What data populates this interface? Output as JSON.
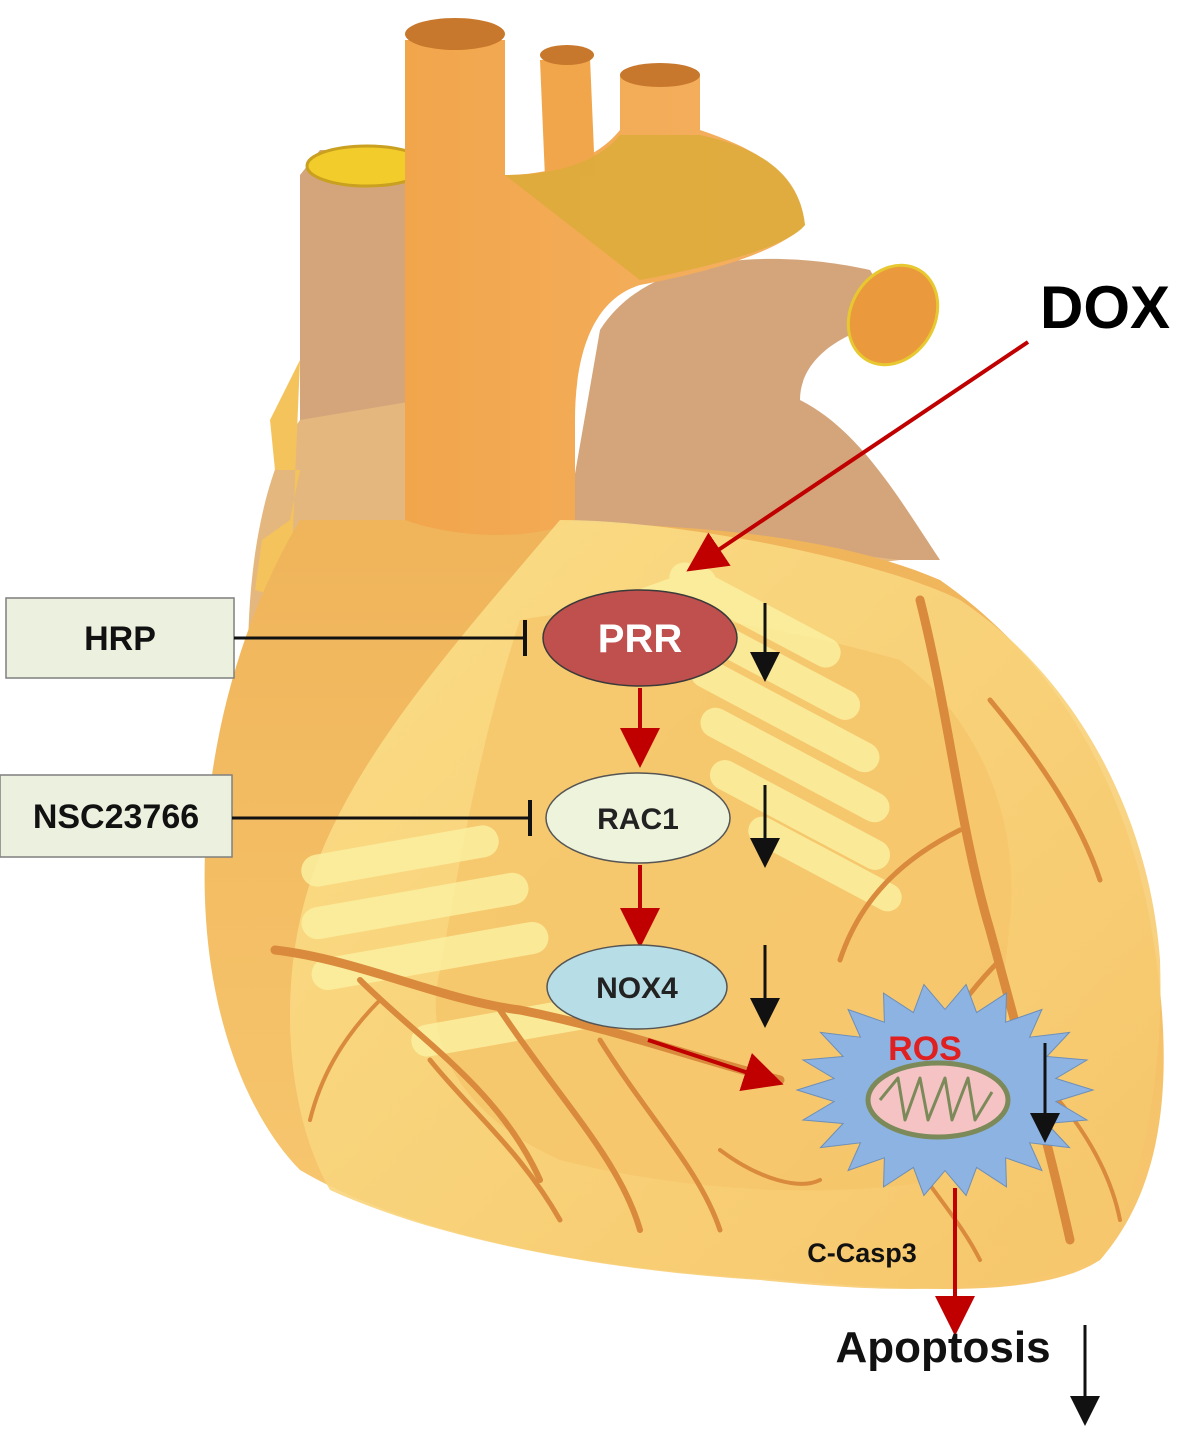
{
  "labels": {
    "dox": "DOX",
    "hrp": "HRP",
    "nsc": "NSC23766",
    "prr": "PRR",
    "rac1": "RAC1",
    "nox4": "NOX4",
    "ros": "ROS",
    "ccasp3": "C-Casp3",
    "apoptosis": "Apoptosis"
  },
  "colors": {
    "activation_arrow": "#c00000",
    "decrease_arrow": "#111111",
    "prr_fill": "#c0504d",
    "rac1_fill": "#eef3dc",
    "nox4_fill": "#b7dde6",
    "ros_burst": "#8db3e2",
    "ros_text": "#e02020",
    "inhibitor_box": "#ebf1de",
    "heart_body": "#f6c46a",
    "heart_vessel": "#f2a24a",
    "coronary": "#d98a3c"
  },
  "relations": [
    {
      "from": "DOX",
      "to": "PRR",
      "type": "activates"
    },
    {
      "from": "HRP",
      "to": "PRR",
      "type": "inhibits"
    },
    {
      "from": "PRR",
      "to": "RAC1",
      "type": "activates"
    },
    {
      "from": "NSC23766",
      "to": "RAC1",
      "type": "inhibits"
    },
    {
      "from": "RAC1",
      "to": "NOX4",
      "type": "activates"
    },
    {
      "from": "NOX4",
      "to": "ROS",
      "type": "activates"
    },
    {
      "from": "ROS",
      "to": "Apoptosis",
      "type": "activates"
    }
  ]
}
